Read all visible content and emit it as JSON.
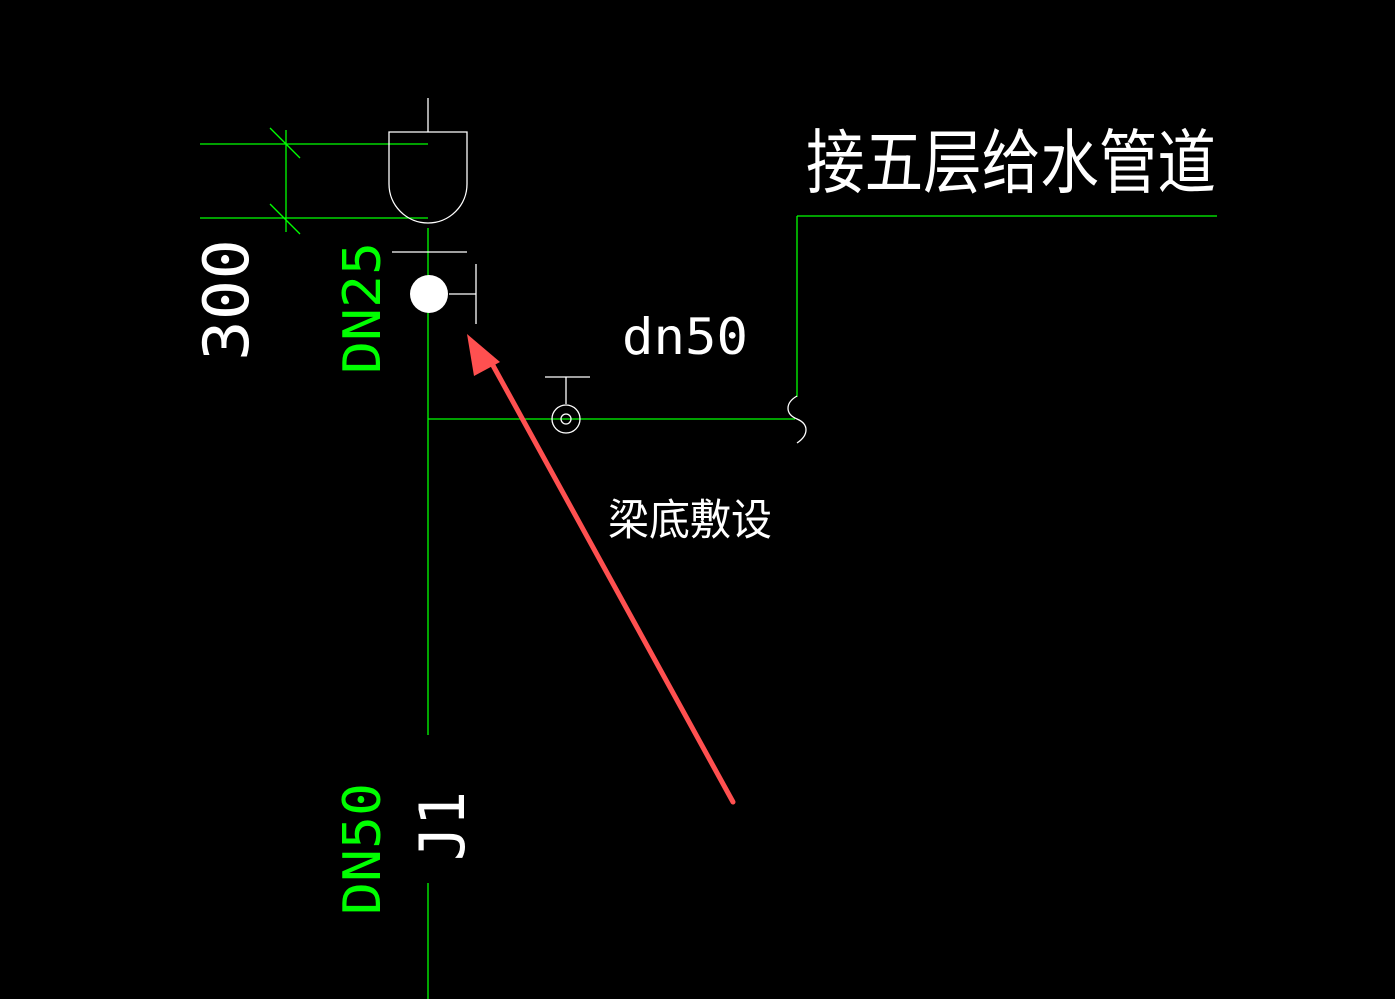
{
  "colors": {
    "background": "#000000",
    "pipe": "#00ff00",
    "annotation": "#ffffff",
    "arrow": "#ff4d4d"
  },
  "labels": {
    "title": "接五层给水管道",
    "branch_size": "dn50",
    "laying_note": "梁底敷设",
    "riser_size_upper": "DN25",
    "riser_size_lower": "DN50",
    "riser_id": "J1",
    "dimension": "300"
  },
  "icons": {
    "fixture": "urinal-symbol-icon",
    "valve": "gate-valve-icon",
    "pipe_break": "pipe-break-icon",
    "marker": "highlight-dot-icon",
    "pointer": "red-arrow-icon"
  }
}
